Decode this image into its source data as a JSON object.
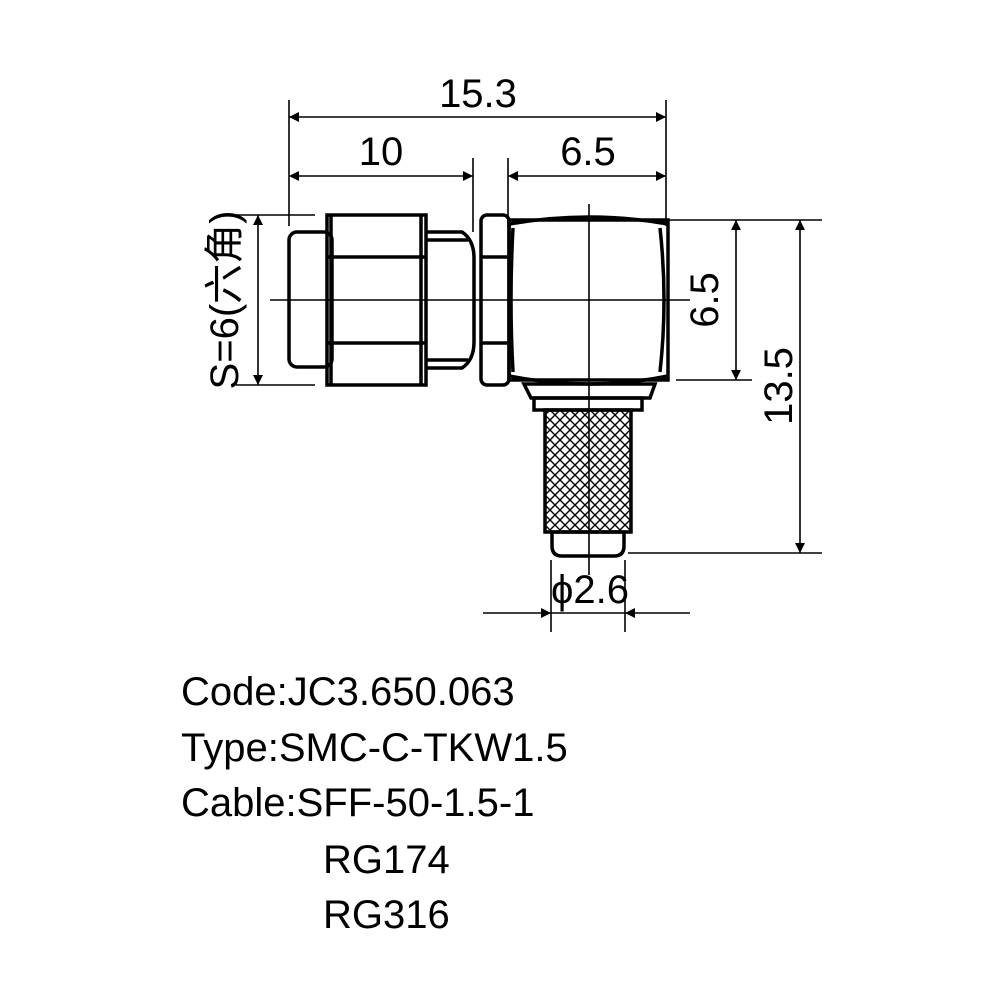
{
  "dimensions": {
    "overall_length": "15.3",
    "plug_length": "10",
    "body_length": "6.5",
    "body_height": "6.5",
    "overall_height": "13.5",
    "crimp_diameter": "2.6",
    "diameter_symbol": "ϕ",
    "hex_label_prefix": "S=6(",
    "hex_label_cjk": "六角",
    "hex_label_suffix": ")"
  },
  "spec": {
    "code": "Code:JC3.650.063",
    "type": "Type:SMC-C-TKW1.5",
    "cable": "Cable:SFF-50-1.5-1",
    "cable_alt_1": "RG174",
    "cable_alt_2": "RG316"
  },
  "colors": {
    "ink": "#000000",
    "background": "#ffffff"
  }
}
